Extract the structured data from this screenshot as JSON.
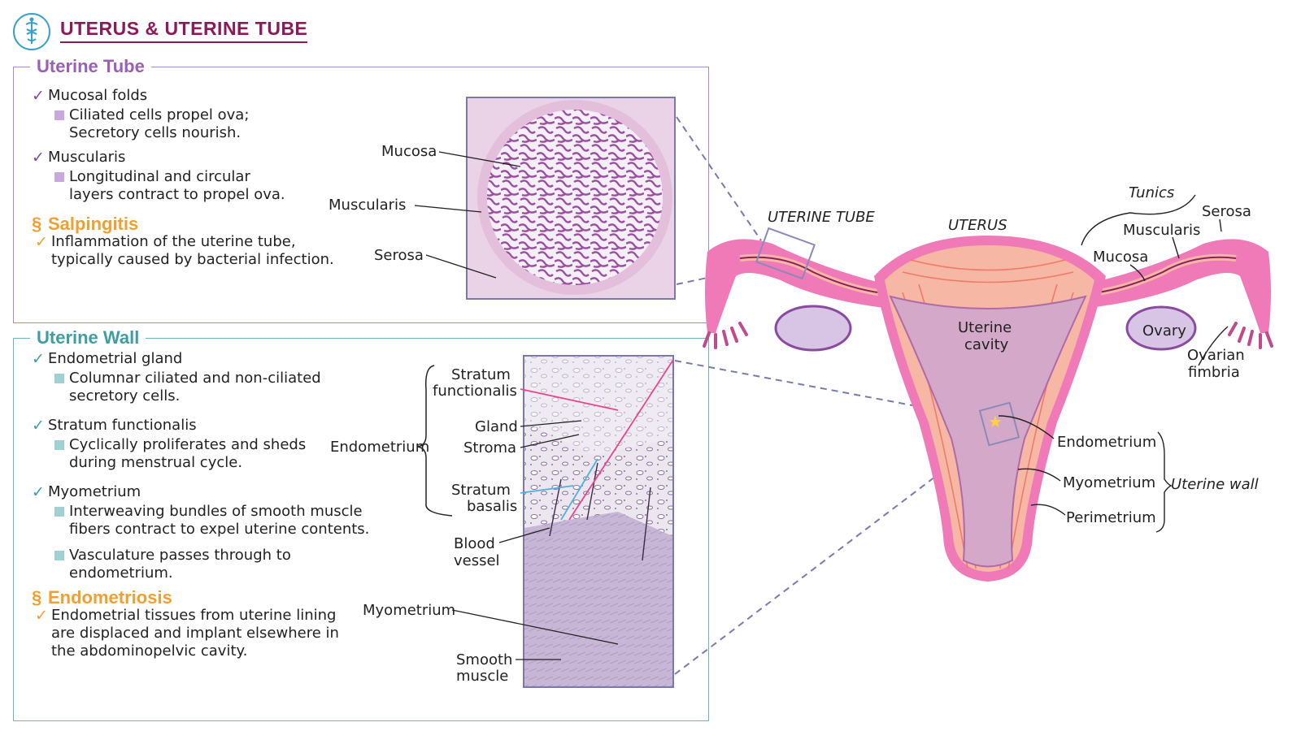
{
  "header": {
    "title": "UTERUS & UTERINE TUBE"
  },
  "tube": {
    "heading": "Uterine Tube",
    "items": [
      {
        "label": "Mucosal folds",
        "detail": "Ciliated cells propel ova;\nSecretory cells nourish."
      },
      {
        "label": "Muscularis",
        "detail": "Longitudinal and circular\nlayers contract to propel ova."
      }
    ],
    "clinical": {
      "title": "Salpingitis",
      "text": "Inflammation of the uterine tube,\ntypically caused by bacterial infection."
    },
    "micro_labels": {
      "mucosa": "Mucosa",
      "muscularis": "Muscularis",
      "serosa": "Serosa"
    }
  },
  "wall": {
    "heading": "Uterine Wall",
    "items": [
      {
        "label": "Endometrial gland",
        "details": [
          "Columnar ciliated and non-ciliated\nsecretory cells."
        ]
      },
      {
        "label": "Stratum functionalis",
        "details": [
          "Cyclically proliferates and sheds\nduring menstrual cycle."
        ]
      },
      {
        "label": "Myometrium",
        "details": [
          "Interweaving bundles of smooth muscle\nfibers contract to expel uterine contents.",
          "Vasculature passes through to\nendometrium."
        ]
      }
    ],
    "clinical": {
      "title": "Endometriosis",
      "text": "Endometrial tissues from uterine lining\nare displaced and implant elsewhere in\nthe abdominopelvic cavity."
    },
    "micro_labels": {
      "stratum_functionalis_1": "Stratum",
      "stratum_functionalis_2": "functionalis",
      "gland": "Gland",
      "stroma": "Stroma",
      "endometrium": "Endometrium",
      "stratum_basalis_1": "Stratum",
      "stratum_basalis_2": "basalis",
      "blood_vessel_1": "Blood",
      "blood_vessel_2": "vessel",
      "myometrium": "Myometrium",
      "smooth_muscle_1": "Smooth",
      "smooth_muscle_2": "muscle"
    }
  },
  "anatomy": {
    "uterine_tube": "UTERINE TUBE",
    "uterus": "UTERUS",
    "tunics": "Tunics",
    "serosa": "Serosa",
    "muscularis": "Muscularis",
    "mucosa": "Mucosa",
    "uterine_cavity_1": "Uterine",
    "uterine_cavity_2": "cavity",
    "ovary": "Ovary",
    "ovarian_fimbria_1": "Ovarian",
    "ovarian_fimbria_2": "fimbria",
    "endometrium": "Endometrium",
    "myometrium": "Myometrium",
    "perimetrium": "Perimetrium",
    "uterine_wall": "Uterine wall"
  },
  "colors": {
    "title": "#8b1a5a",
    "tube_accent": "#9a5fb8",
    "wall_accent": "#3f9ea2",
    "clinical": "#f0a030",
    "perimetrium": "#f07ab8",
    "myometrium": "#f6b7a4",
    "endometrium": "#d4a8c8"
  }
}
